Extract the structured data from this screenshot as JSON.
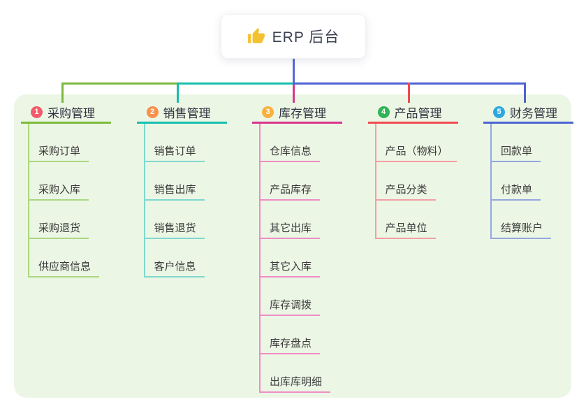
{
  "root": {
    "label": "ERP 后台",
    "icon": "thumbs-up"
  },
  "panel_bg": "#ECF6E5",
  "stem_color": "#5567D8",
  "icon_color": "#F3C232",
  "branches": [
    {
      "num": "1",
      "label": "采购管理",
      "badge_color": "#F25B6B",
      "line_color": "#7CB93F",
      "child_line_color": "#ABD77F",
      "children": [
        "采购订单",
        "采购入库",
        "采购退货",
        "供应商信息"
      ]
    },
    {
      "num": "2",
      "label": "销售管理",
      "badge_color": "#F7914D",
      "line_color": "#16BFAD",
      "child_line_color": "#7FD8CE",
      "children": [
        "销售订单",
        "销售出库",
        "销售退货",
        "客户信息"
      ]
    },
    {
      "num": "3",
      "label": "库存管理",
      "badge_color": "#F9B13E",
      "line_color": "#D8358D",
      "child_line_color": "#EE8EC4",
      "children": [
        "仓库信息",
        "产品库存",
        "其它出库",
        "其它入库",
        "库存调拨",
        "库存盘点",
        "出库库明细"
      ]
    },
    {
      "num": "4",
      "label": "产品管理",
      "badge_color": "#30B457",
      "line_color": "#F04B50",
      "child_line_color": "#F59FA1",
      "children": [
        "产品（物料）",
        "产品分类",
        "产品单位"
      ]
    },
    {
      "num": "5",
      "label": "财务管理",
      "badge_color": "#2FA8DF",
      "line_color": "#4D63D3",
      "child_line_color": "#93A7DF",
      "children": [
        "回款单",
        "付款单",
        "结算账户"
      ]
    }
  ]
}
